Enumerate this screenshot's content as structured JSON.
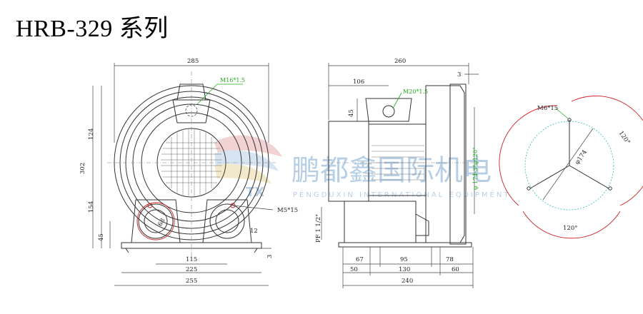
{
  "title": "HRB-329 系列",
  "watermark": {
    "cn": "鹏都鑫国际机电",
    "en": "PENGDUXIN INTERNATIONAL EQUIPMENT",
    "logo": "TX",
    "color": "#9fc0dd"
  },
  "front_view": {
    "dims": {
      "top_width": "285",
      "height": "302",
      "upper": "124",
      "lower": "154",
      "base_h": "45",
      "inner_span": "115",
      "base_span": "225",
      "overall_base": "255",
      "plate": "12",
      "foot": "3",
      "bore": "68"
    },
    "callouts": {
      "thread": "M16*1.5",
      "bolt": "M5*15"
    }
  },
  "side_view": {
    "dims": {
      "overall": "260",
      "gap": "3",
      "offset": "106",
      "inlet_h": "45",
      "pcd": "φ 174-3*φ120°",
      "flange": "PF 1 1/2\"",
      "d67": "67",
      "d95": "95",
      "d78": "78",
      "d50": "50",
      "d130": "130",
      "d60": "60",
      "d240": "240"
    },
    "callouts": {
      "thread": "M20*1.5"
    }
  },
  "flange_view": {
    "callout": "M6*15",
    "pcd": "φ174",
    "angle_right": "120°",
    "angle_bottom": "120°"
  }
}
